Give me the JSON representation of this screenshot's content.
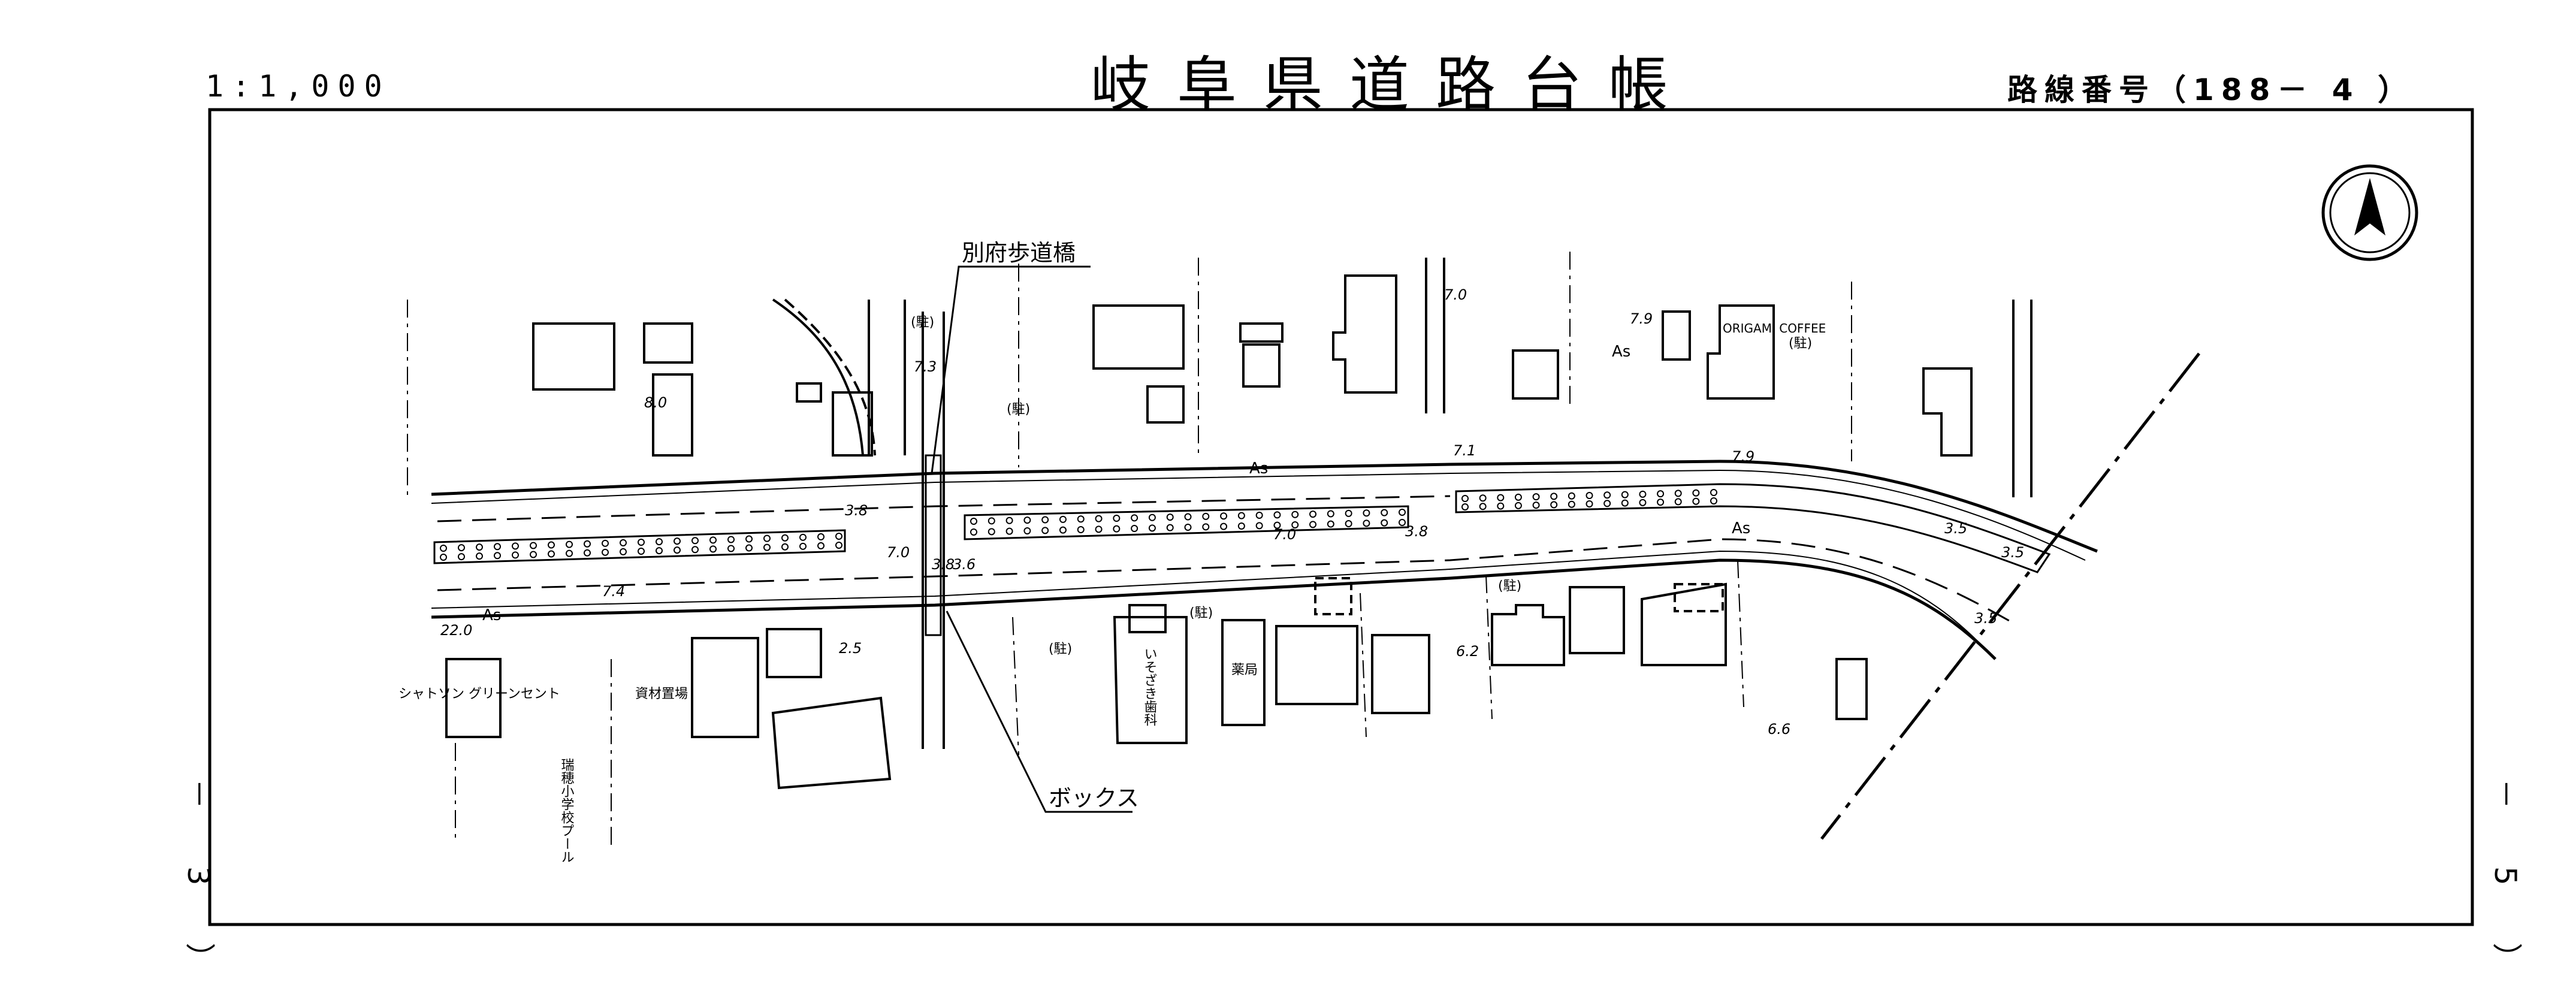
{
  "header": {
    "scale": "1:1,000",
    "title": "岐阜県道路台帳",
    "route_number": "路線番号（188－ 4 ）"
  },
  "side_labels": {
    "left": "－ 3 ）",
    "right": "－ 5 ）"
  },
  "map": {
    "north_arrow": "north-arrow-icon",
    "callouts": {
      "bridge": "別府歩道橋",
      "box": "ボックス"
    },
    "places": {
      "garden_center": "シャトソン\nグリーンセント",
      "materials_yard": "資材置場",
      "school_pool": "瑞穂小学校プール",
      "dental": "いそざき歯科",
      "pharmacy": "薬局",
      "cafe": "ORIGAMI\nCOFFEE"
    },
    "parking_label": "(駐)",
    "surface_label": "As",
    "widths": [
      "8.0",
      "7.3",
      "7.0",
      "7.4",
      "22.0",
      "7.0",
      "7.9",
      "7.9",
      "7.0",
      "6.2",
      "6.6",
      "3.5",
      "3.5",
      "3.5",
      "3.8",
      "3.8",
      "3.8",
      "3.6",
      "2.5",
      "7.1"
    ]
  }
}
